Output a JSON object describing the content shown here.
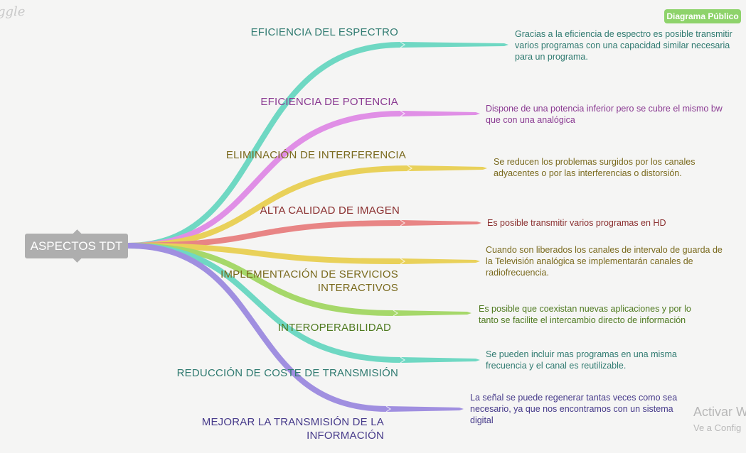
{
  "app": {
    "logo_text": "ggle",
    "badge": "Diagrama Público"
  },
  "root": {
    "label": "ASPECTOS TDT"
  },
  "branches": [
    {
      "label": "EFICIENCIA DEL ESPECTRO",
      "color": "#6fd8c3",
      "text_color": "#2f7a70",
      "desc": "Gracias a la eficiencia de espectro es posible transmitir varios programas con una capacidad similar necesaria para un programa."
    },
    {
      "label": "EFICIENCIA DE POTENCIA",
      "color": "#e08fe6",
      "text_color": "#8a3a92",
      "desc": "Dispone de una potencia inferior pero se cubre el mismo bw que con una analógica"
    },
    {
      "label": "ELIMINACIÓN DE INTERFERENCIA",
      "color": "#e9d15a",
      "text_color": "#7a6a1e",
      "desc": "Se reducen los problemas surgidos por los canales adyacentes o por las interferencias o distorsión."
    },
    {
      "label": "ALTA CALIDAD DE IMAGEN",
      "color": "#e88585",
      "text_color": "#8a2f2f",
      "desc": "Es posible transmitir varios programas en HD"
    },
    {
      "label": "IMPLEMENTACIÓN DE SERVICIOS INTERACTIVOS",
      "color": "#e9d15a",
      "text_color": "#7a6a1e",
      "desc": "Cuando son liberados los canales de intervalo de guarda de la Televisión analógica se implementarán canales de radiofrecuencia."
    },
    {
      "label": "INTEROPERABILIDAD",
      "color": "#a6d86a",
      "text_color": "#4f7a20",
      "desc": "Es posible que coexistan nuevas aplicaciones y por lo tanto se facilite el intercambio directo de información"
    },
    {
      "label": "REDUCCIÓN DE COSTE DE TRANSMISIÓN",
      "color": "#6fd8c3",
      "text_color": "#2f7a70",
      "desc": "Se pueden incluir mas programas en una misma frecuencia y el canal es reutilizable."
    },
    {
      "label": "MEJORAR LA TRANSMISIÓN DE LA INFORMACIÓN",
      "color": "#a08fe0",
      "text_color": "#463a8a",
      "desc": "La señal se puede regenerar tantas veces como sea necesario, ya que nos encontramos con un sistema digital"
    }
  ],
  "watermark": {
    "line1": "Activar W",
    "line2": "Ve a Config"
  }
}
